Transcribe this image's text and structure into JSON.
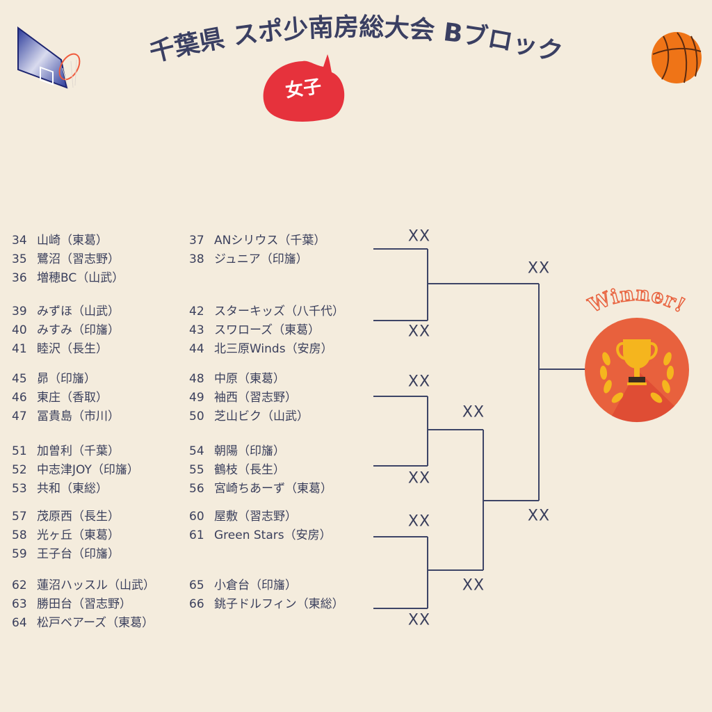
{
  "header": {
    "title": "千葉県 スポ少南房総大会 Bブロック",
    "badge": "女子",
    "badge_color": "#e6323c",
    "left_icon": "basketball-hoop-icon",
    "right_icon": "basketball-icon"
  },
  "teams_left": [
    [
      {
        "num": "34",
        "name": "山崎（東葛）"
      },
      {
        "num": "35",
        "name": "鷺沼（習志野）"
      },
      {
        "num": "36",
        "name": "増穂BC（山武）"
      }
    ],
    [
      {
        "num": "39",
        "name": "みずほ（山武）"
      },
      {
        "num": "40",
        "name": "みすみ（印旛）"
      },
      {
        "num": "41",
        "name": "睦沢（長生）"
      }
    ],
    [
      {
        "num": "45",
        "name": "昴（印旛）"
      },
      {
        "num": "46",
        "name": "東庄（香取）"
      },
      {
        "num": "47",
        "name": "冨貴島（市川）"
      }
    ],
    [
      {
        "num": "51",
        "name": "加曽利（千葉）"
      },
      {
        "num": "52",
        "name": "中志津JOY（印旛）"
      },
      {
        "num": "53",
        "name": "共和（東総）"
      }
    ],
    [
      {
        "num": "57",
        "name": "茂原西（長生）"
      },
      {
        "num": "58",
        "name": "光ヶ丘（東葛）"
      },
      {
        "num": "59",
        "name": "王子台（印旛）"
      }
    ],
    [
      {
        "num": "62",
        "name": "蓮沼ハッスル（山武）"
      },
      {
        "num": "63",
        "name": "勝田台（習志野）"
      },
      {
        "num": "64",
        "name": "松戸ベアーズ（東葛）"
      }
    ]
  ],
  "teams_right": [
    [
      {
        "num": "37",
        "name": "ANシリウス（千葉）"
      },
      {
        "num": "38",
        "name": "ジュニア（印旛）"
      }
    ],
    [
      {
        "num": "42",
        "name": "スターキッズ（八千代）"
      },
      {
        "num": "43",
        "name": "スワローズ（東葛）"
      },
      {
        "num": "44",
        "name": "北三原Winds（安房）"
      }
    ],
    [
      {
        "num": "48",
        "name": "中原（東葛）"
      },
      {
        "num": "49",
        "name": "袖西（習志野）"
      },
      {
        "num": "50",
        "name": "芝山ビク（山武）"
      }
    ],
    [
      {
        "num": "54",
        "name": "朝陽（印旛）"
      },
      {
        "num": "55",
        "name": "鶴枝（長生）"
      },
      {
        "num": "56",
        "name": "宮崎ちあーず（東葛）"
      }
    ],
    [
      {
        "num": "60",
        "name": "屋敷（習志野）"
      },
      {
        "num": "61",
        "name": "Green Stars（安房）"
      }
    ],
    [
      {
        "num": "65",
        "name": "小倉台（印旛）"
      },
      {
        "num": "66",
        "name": "銚子ドルフィン（東総）"
      }
    ]
  ],
  "bracket": {
    "line_color": "#3d4466",
    "results": [
      "XX",
      "XX",
      "XX",
      "XX",
      "XX",
      "XX",
      "XX",
      "XX",
      "XX",
      "XX"
    ]
  },
  "winner": {
    "label": "Winner!",
    "circle_color": "#e8613d",
    "trophy_color": "#f5b51e",
    "icon": "trophy-icon"
  }
}
